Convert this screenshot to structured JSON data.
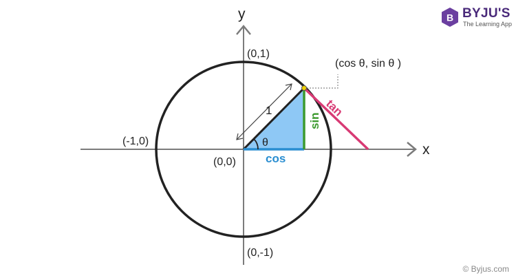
{
  "axes": {
    "x_name": "x",
    "y_name": "y"
  },
  "points": {
    "top": "(0,1)",
    "left": "(-1,0)",
    "origin": "(0,0)",
    "bottom": "(0,-1)",
    "on_circle": "(cos θ, sin θ )"
  },
  "labels": {
    "radius": "1",
    "angle": "θ",
    "cos": "cos",
    "sin": "sin",
    "tan": "tan"
  },
  "colors": {
    "cos": "#2a8ed1",
    "sin": "#3c9a2e",
    "tan": "#d83a74",
    "triangle_fill": "#8ec8f5",
    "point": "#f0d000"
  },
  "brand": {
    "name": "BYJU'S",
    "tagline": "The Learning App",
    "mark": "B"
  },
  "copyright": "© Byjus.com"
}
